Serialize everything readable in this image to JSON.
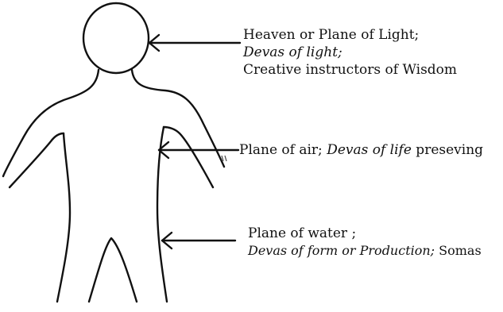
{
  "figure": {
    "labels": {
      "heaven": {
        "line1": "Heaven or Plane of Light;",
        "line2": "Devas of light;",
        "line3": "Creative instructors of Wisdom"
      },
      "air": {
        "part1": "Plane of air; ",
        "part2": "Devas of life",
        "part3": " preseving"
      },
      "water": {
        "line1": "Plane of water ;",
        "line2_italic": "Devas of form or Production;",
        "line2_tail": " Somas"
      }
    }
  }
}
